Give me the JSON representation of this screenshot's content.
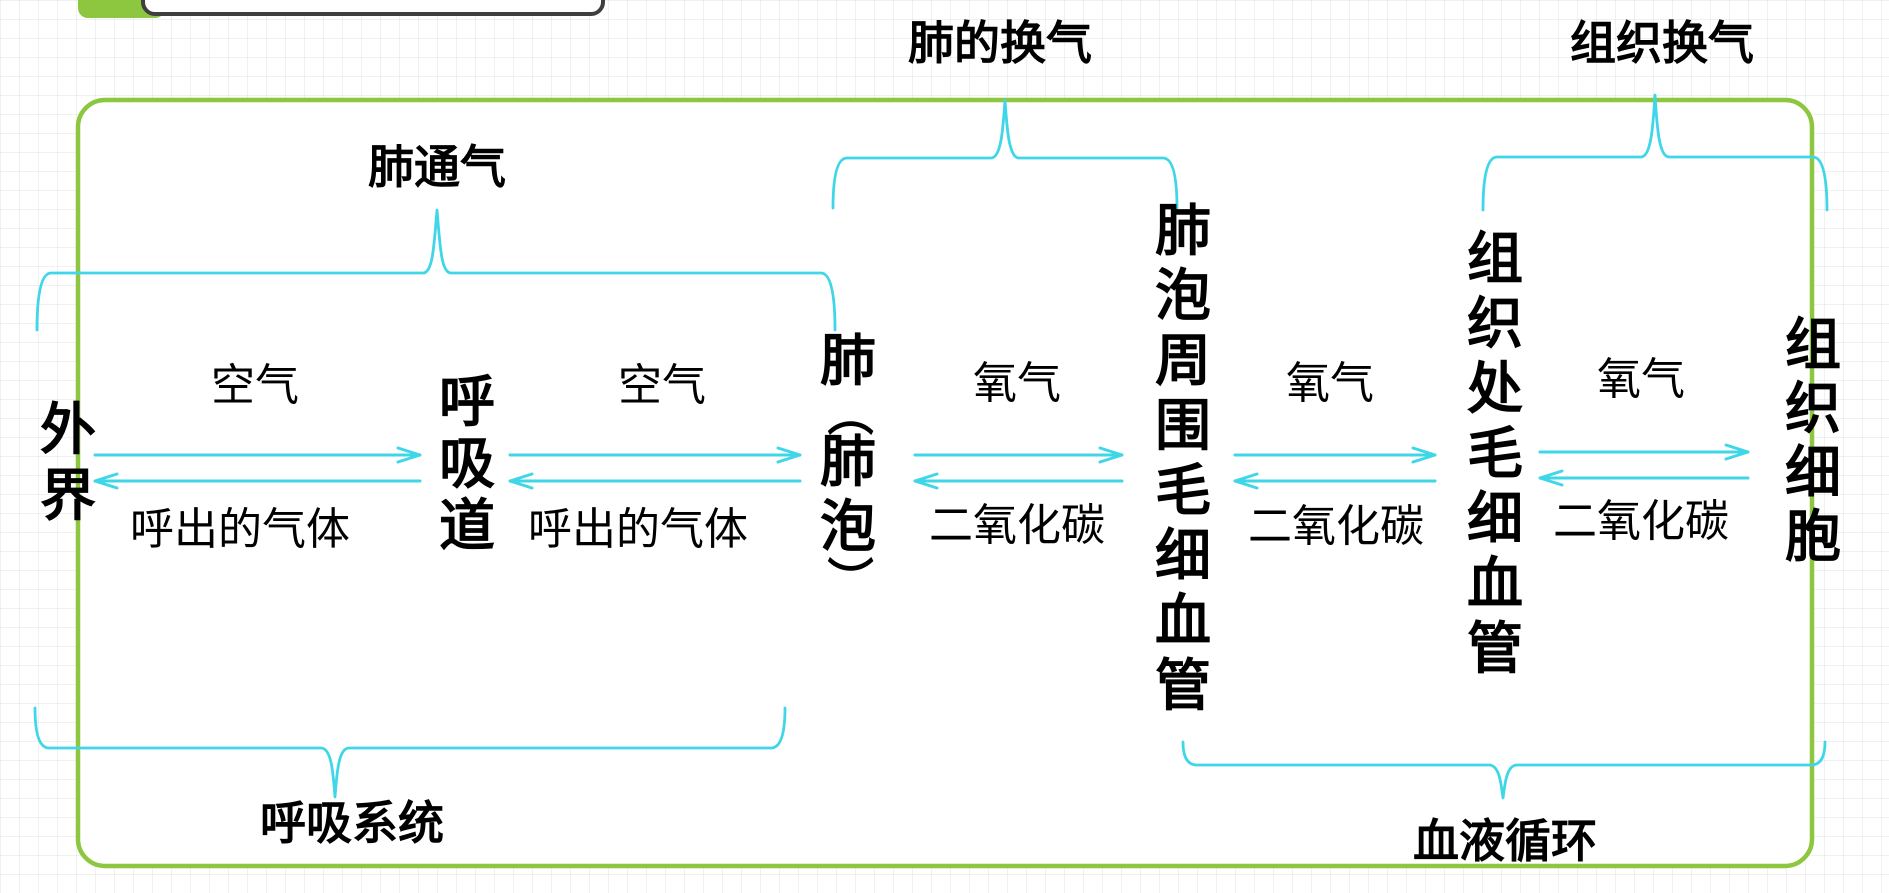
{
  "colors": {
    "green": "#8dc63f",
    "cyan": "#3fd6e7",
    "dark": "#3f3f3f",
    "text": "#000000",
    "bg": "#ffffff"
  },
  "brace_labels": {
    "lung_ventilation": "肺通气",
    "lung_gas_exchange": "肺的换气",
    "tissue_gas_exchange": "组织换气",
    "respiratory_system": "呼吸系统",
    "blood_circulation": "血液循环"
  },
  "nodes": {
    "outside": {
      "chars": [
        "外",
        "界"
      ]
    },
    "airway": {
      "chars": [
        "呼",
        "吸",
        "道"
      ]
    },
    "lung": {
      "chars": [
        "肺",
        "（",
        "肺",
        "泡",
        "）"
      ]
    },
    "alveolar_capillaries": {
      "chars": [
        "肺",
        "泡",
        "周",
        "围",
        "毛",
        "细",
        "血",
        "管"
      ]
    },
    "tissue_capillaries": {
      "chars": [
        "组",
        "织",
        "处",
        "毛",
        "细",
        "血",
        "管"
      ]
    },
    "tissue_cells": {
      "chars": [
        "组",
        "织",
        "细",
        "胞"
      ]
    }
  },
  "flows": {
    "air": "空气",
    "exhaled": "呼出的气体",
    "oxygen": "氧气",
    "co2": "二氧化碳"
  }
}
